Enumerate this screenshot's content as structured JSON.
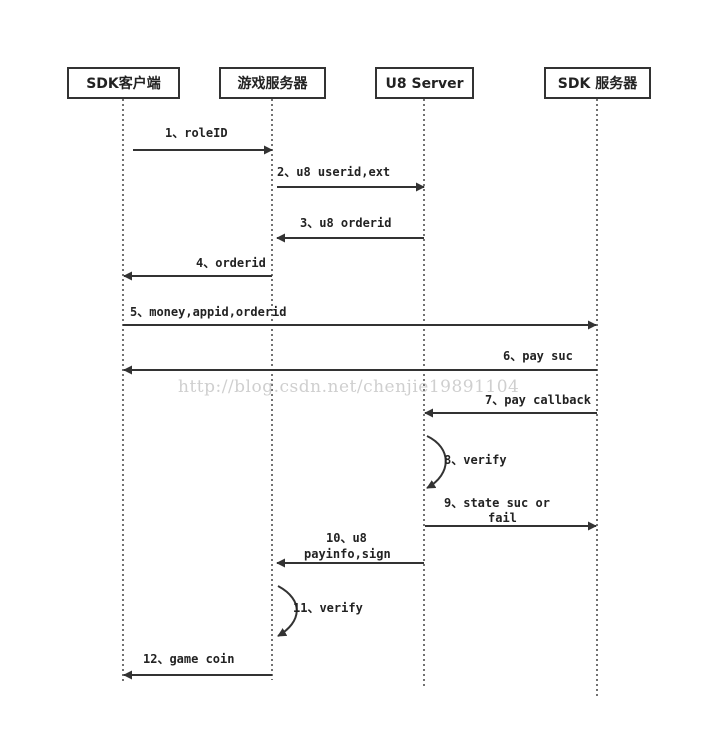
{
  "participants": [
    {
      "id": "sdk-client",
      "label": "SDK客户端"
    },
    {
      "id": "game-server",
      "label": "游戏服务器"
    },
    {
      "id": "u8-server",
      "label": "U8 Server"
    },
    {
      "id": "sdk-server",
      "label": "SDK 服务器"
    }
  ],
  "messages": [
    {
      "step": 1,
      "from": "sdk-client",
      "to": "game-server",
      "label": "1、roleID"
    },
    {
      "step": 2,
      "from": "game-server",
      "to": "u8-server",
      "label": "2、u8 userid,ext"
    },
    {
      "step": 3,
      "from": "u8-server",
      "to": "game-server",
      "label": "3、u8 orderid"
    },
    {
      "step": 4,
      "from": "game-server",
      "to": "sdk-client",
      "label": "4、orderid"
    },
    {
      "step": 5,
      "from": "sdk-client",
      "to": "sdk-server",
      "label": "5、money,appid,orderid"
    },
    {
      "step": 6,
      "from": "sdk-server",
      "to": "sdk-client",
      "label": "6、pay suc"
    },
    {
      "step": 7,
      "from": "sdk-server",
      "to": "u8-server",
      "label": "7、pay callback"
    },
    {
      "step": 8,
      "from": "u8-server",
      "to": "u8-server",
      "label": "8、verify"
    },
    {
      "step": 9,
      "from": "u8-server",
      "to": "sdk-server",
      "label_lines": [
        "9、state suc or",
        "fail"
      ]
    },
    {
      "step": 10,
      "from": "u8-server",
      "to": "game-server",
      "label_lines": [
        "10、u8",
        "payinfo,sign"
      ]
    },
    {
      "step": 11,
      "from": "game-server",
      "to": "game-server",
      "label": "11、verify"
    },
    {
      "step": 12,
      "from": "game-server",
      "to": "sdk-client",
      "label": "12、game coin"
    }
  ],
  "watermark": "http://blog.csdn.net/chenjie19891104"
}
